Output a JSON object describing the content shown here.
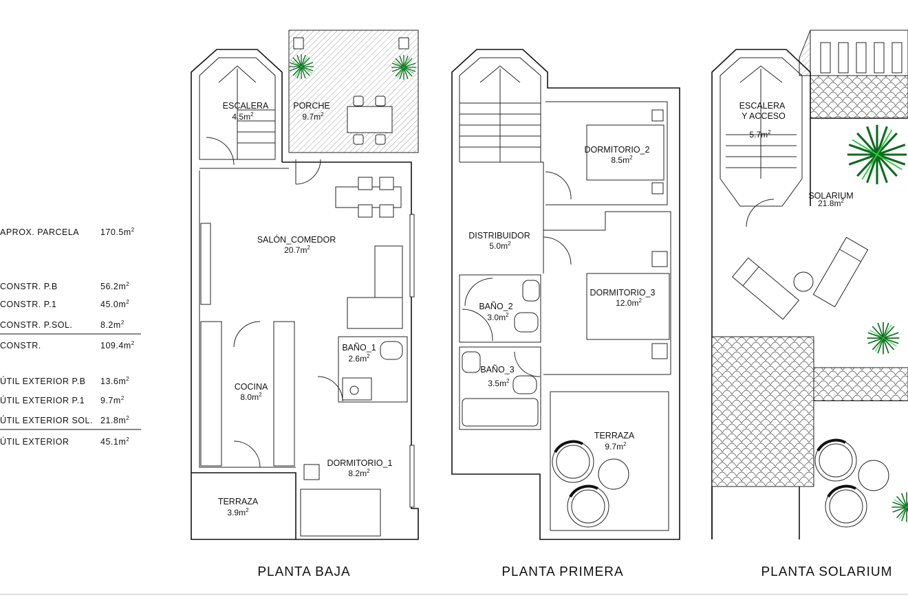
{
  "areas_table": {
    "rows": [
      {
        "label": "APROX. PARCELA",
        "value": "170.5",
        "unit": "m",
        "exp": "2"
      },
      {
        "label": "CONSTR. P.B",
        "value": "56.2",
        "unit": "m",
        "exp": "2"
      },
      {
        "label": "CONSTR. P.1",
        "value": "45.0",
        "unit": "m",
        "exp": "2"
      },
      {
        "label": "CONSTR. P.SOL.",
        "value": "8.2",
        "unit": "m",
        "exp": "2"
      },
      {
        "label": "CONSTR.",
        "value": "109.4",
        "unit": "m",
        "exp": "2"
      },
      {
        "label": "ÚTIL EXTERIOR P.B",
        "value": "13.6",
        "unit": "m",
        "exp": "2"
      },
      {
        "label": "ÚTIL EXTERIOR P.1",
        "value": "9.7",
        "unit": "m",
        "exp": "2"
      },
      {
        "label": "ÚTIL EXTERIOR SOL.",
        "value": "21.8",
        "unit": "m",
        "exp": "2"
      },
      {
        "label": "ÚTIL EXTERIOR",
        "value": "45.1",
        "unit": "m",
        "exp": "2"
      }
    ]
  },
  "floors": [
    {
      "title": "PLANTA  BAJA"
    },
    {
      "title": "PLANTA  PRIMERA"
    },
    {
      "title": "PLANTA  SOLARIUM"
    }
  ],
  "rooms": {
    "pb": [
      {
        "name": "ESCALERA",
        "area": "4.5m",
        "exp": "2"
      },
      {
        "name": "PORCHE",
        "area": "9.7m",
        "exp": "2"
      },
      {
        "name": "SALÓN_COMEDOR",
        "area": "20.7m",
        "exp": "2"
      },
      {
        "name": "BAÑO_1",
        "area": "2.6m",
        "exp": "2"
      },
      {
        "name": "COCINA",
        "area": "8.0m",
        "exp": "2"
      },
      {
        "name": "DORMITORIO_1",
        "area": "8.2m",
        "exp": "2"
      },
      {
        "name": "TERRAZA",
        "area": "3.9m",
        "exp": "2"
      }
    ],
    "p1": [
      {
        "name": "DORMITORIO_2",
        "area": "8.5m",
        "exp": "2"
      },
      {
        "name": "DISTRIBUIDOR",
        "area": "5.0m",
        "exp": "2"
      },
      {
        "name": "DORMITORIO_3",
        "area": "12.0m",
        "exp": "2"
      },
      {
        "name": "BAÑO_2",
        "area": "3.0m",
        "exp": "2"
      },
      {
        "name": "BAÑO_3",
        "area": "3.5m",
        "exp": "2"
      },
      {
        "name": "TERRAZA",
        "area": "9.7m",
        "exp": "2"
      }
    ],
    "sol": [
      {
        "name": "ESCALERA",
        "name2": "Y ACCESO",
        "area": "5.7m",
        "exp": "2"
      },
      {
        "name": "SOLARIUM",
        "area": "21.8m",
        "exp": "2"
      }
    ]
  },
  "colors": {
    "wall": "#111111",
    "plant_dark": "#0b6b1e",
    "plant_light": "#2ecc40"
  }
}
